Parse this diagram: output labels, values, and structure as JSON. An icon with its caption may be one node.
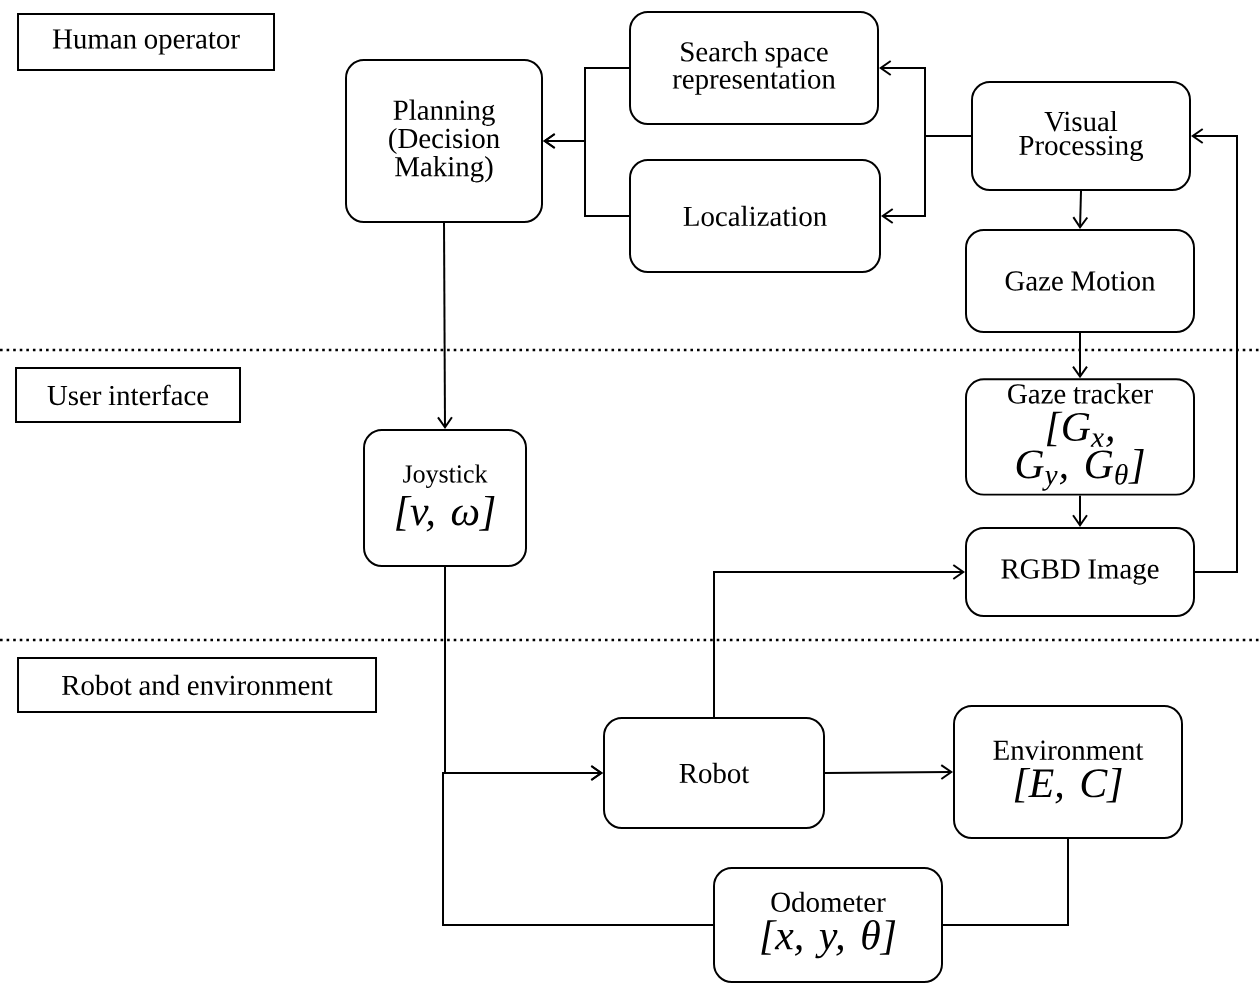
{
  "diagram": {
    "nodes": [
      {
        "text": [
          "Human operator"
        ]
      },
      {
        "text": [
          "Planning (Decision Making)"
        ]
      },
      {
        "text": [
          "Search space representation"
        ]
      },
      {
        "text": [
          "Localization"
        ]
      },
      {
        "text": [
          "Visual Processing"
        ]
      },
      {
        "text": [
          "Gaze Motion"
        ]
      },
      {
        "text": [
          "User interface"
        ]
      },
      {
        "text": [
          "Joystick",
          "[v, ω]"
        ]
      },
      {
        "text": [
          "Gaze tracker",
          "[G$_{x}$, G$_{y}$, G$_{θ}$]"
        ]
      },
      {
        "text": [
          "RGBD Image"
        ]
      },
      {
        "text": [
          "Robot and environment"
        ]
      },
      {
        "text": [
          "Robot"
        ]
      },
      {
        "text": [
          "Environment",
          "[E, C]"
        ]
      },
      {
        "text": [
          "Odometer",
          "[x, y, θ]"
        ]
      }
    ],
    "edges": [
      {
        "from": 4,
        "to": 2,
        "arrow": "to"
      },
      {
        "from": 4,
        "to": 3,
        "arrow": "to"
      },
      {
        "from": 2,
        "to": 1,
        "arrow": "to"
      },
      {
        "from": 3,
        "to": 1,
        "arrow": "to"
      },
      {
        "from": 4,
        "to": 5,
        "arrow": "to"
      },
      {
        "from": 5,
        "to": 8,
        "arrow": "to"
      },
      {
        "from": 8,
        "to": 9,
        "arrow": "to"
      },
      {
        "from": 9,
        "to": 4,
        "arrow": "to"
      },
      {
        "from": 1,
        "to": 7,
        "arrow": "to"
      },
      {
        "from": 7,
        "to": 11,
        "arrow": "to"
      },
      {
        "from": 13,
        "to": 11,
        "arrow": "to"
      },
      {
        "from": 11,
        "to": 12,
        "arrow": "to"
      },
      {
        "from": 12,
        "to": 13,
        "arrow": "none"
      },
      {
        "from": 11,
        "to": 9,
        "arrow": "to"
      }
    ]
  }
}
